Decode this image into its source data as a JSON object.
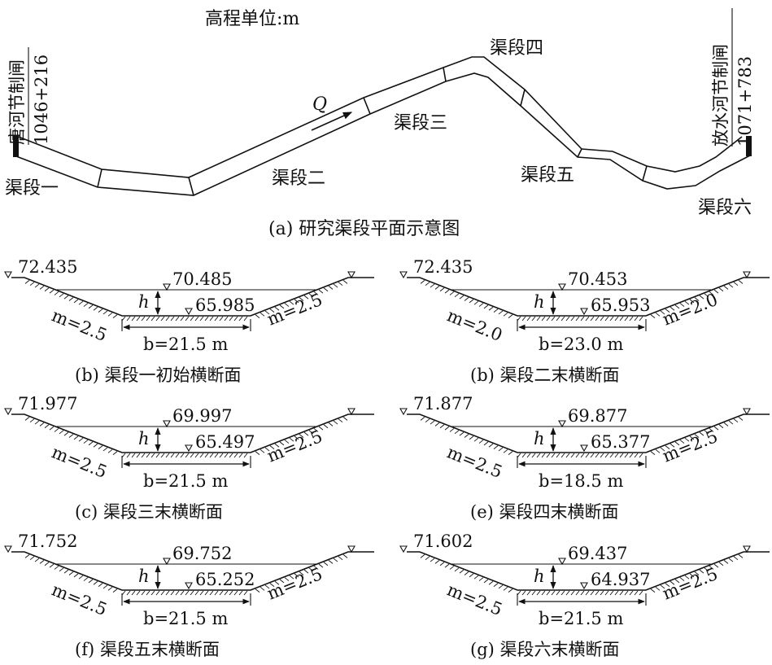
{
  "plan": {
    "unit_label": "高程单位:m",
    "flow_label": "Q",
    "gate_left_name": "唐河节制闸",
    "gate_left_station": "1046+216",
    "gate_right_name": "放水河节制闸",
    "gate_right_station": "1071+783",
    "segments": [
      "渠段一",
      "渠段二",
      "渠段三",
      "渠段四",
      "渠段五",
      "渠段六"
    ],
    "caption": "(a) 研究渠段平面示意图"
  },
  "sections": [
    {
      "top": "72.435",
      "water": "70.485",
      "bottom": "65.985",
      "m_left": "m=2.5",
      "m_right": "m=2.5",
      "b": "b=21.5 m",
      "h": "h",
      "caption": "(b) 渠段一初始横断面"
    },
    {
      "top": "72.435",
      "water": "70.453",
      "bottom": "65.953",
      "m_left": "m=2.0",
      "m_right": "m=2.0",
      "b": "b=23.0 m",
      "h": "h",
      "caption": "(b) 渠段二末横断面"
    },
    {
      "top": "71.977",
      "water": "69.997",
      "bottom": "65.497",
      "m_left": "m=2.5",
      "m_right": "m=2.5",
      "b": "b=21.5 m",
      "h": "h",
      "caption": "(c) 渠段三末横断面"
    },
    {
      "top": "71.877",
      "water": "69.877",
      "bottom": "65.377",
      "m_left": "m=2.5",
      "m_right": "m=2.5",
      "b": "b=18.5 m",
      "h": "h",
      "caption": "(e) 渠段四末横断面"
    },
    {
      "top": "71.752",
      "water": "69.752",
      "bottom": "65.252",
      "m_left": "m=2.5",
      "m_right": "m=2.5",
      "b": "b=21.5 m",
      "h": "h",
      "caption": "(f) 渠段五末横断面"
    },
    {
      "top": "71.602",
      "water": "69.437",
      "bottom": "64.937",
      "m_left": "m=2.5",
      "m_right": "m=2.5",
      "b": "b=21.5 m",
      "h": "h",
      "caption": "(g) 渠段六末横断面"
    }
  ]
}
